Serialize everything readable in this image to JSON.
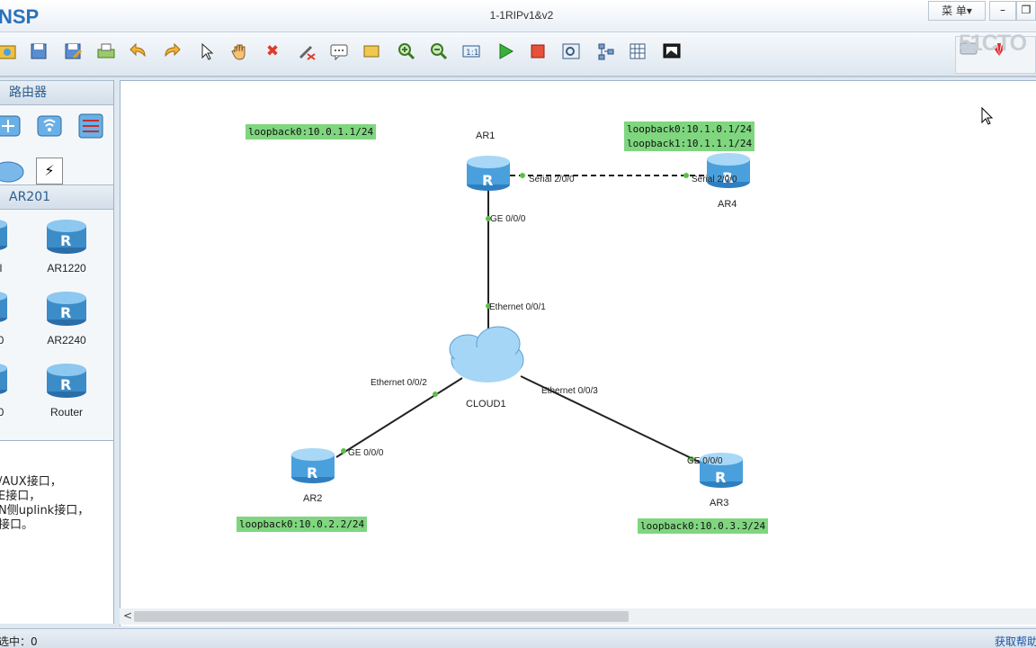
{
  "app": {
    "logo": "NSP",
    "title": "1-1RIPv1&v2",
    "menu_label": "菜 单▾",
    "minimize": "–",
    "restore": "❐"
  },
  "brand": {
    "watermark": "51CTO"
  },
  "toolbar": {
    "icons": [
      "home-icon",
      "save-icon",
      "save-as-icon",
      "print-icon",
      "undo-icon",
      "redo-icon",
      "select-icon",
      "pan-hand-icon",
      "delete-icon",
      "delete-link-icon",
      "text-note-icon",
      "rectangle-icon",
      "zoom-in-icon",
      "zoom-out-icon",
      "fit-view-icon",
      "start-icon",
      "stop-icon",
      "capture-icon",
      "topology-icon",
      "grid-icon",
      "screenshot-icon"
    ]
  },
  "left": {
    "section1": "路由器",
    "section2": "AR201",
    "devices": [
      {
        "label": "AR1220"
      },
      {
        "label": "AR2240"
      },
      {
        "label": "Router"
      }
    ],
    "partial_labels": [
      "l",
      "0",
      "0"
    ],
    "desc_lines": [
      "/AUX接口，",
      "E接口，",
      "N侧uplink接口，",
      "接口。"
    ]
  },
  "canvas": {
    "devices": {
      "ar1": "AR1",
      "ar2": "AR2",
      "ar3": "AR3",
      "ar4": "AR4",
      "cloud": "CLOUD1"
    },
    "ports": {
      "ar1_serial": "Serial 2/0/0",
      "ar4_serial": "Serial 2/0/0",
      "ar1_ge": "GE 0/0/0",
      "cloud_e1": "Ethernet 0/0/1",
      "cloud_e2": "Ethernet 0/0/2",
      "cloud_e3": "Ethernet 0/0/3",
      "ar2_ge": "GE 0/0/0",
      "ar3_ge": "GE 0/0/0"
    },
    "loopbacks": {
      "ar1": "loopback0:10.0.1.1/24",
      "ar4_0": "loopback0:10.1.0.1/24",
      "ar4_1": "loopback1:10.1.1.1/24",
      "ar2": "loopback0:10.0.2.2/24",
      "ar3": "loopback0:10.0.3.3/24"
    },
    "scroll_left": "<"
  },
  "status": {
    "left": "选中：0",
    "right": "获取帮助"
  },
  "colors": {
    "accent": "#2a72b8",
    "loopback_bg": "#7fd67f",
    "router_blue": "#4aa7e0"
  }
}
